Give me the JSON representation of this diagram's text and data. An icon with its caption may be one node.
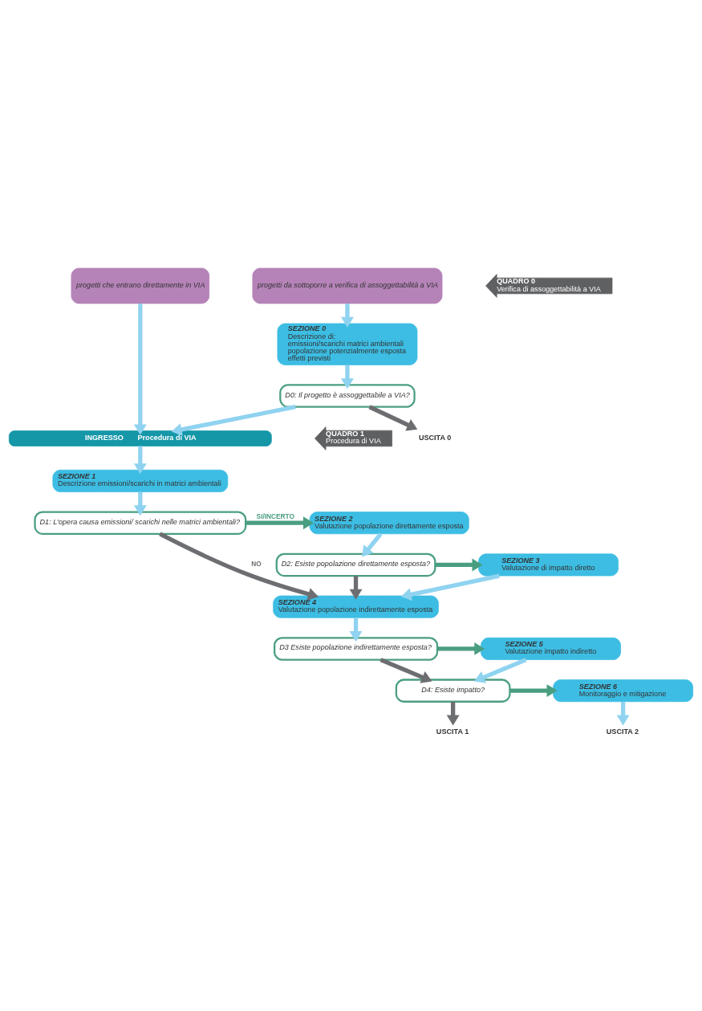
{
  "diagram": {
    "nodes": [
      {
        "text": [
          "progetti che entrano direttamente in VIA"
        ]
      },
      {
        "text": [
          "progetti da sottoporre a verifica di assoggettabilità a VIA"
        ]
      },
      {
        "text": [
          "QUADRO 0",
          "Verifica di assoggettabilità a VIA"
        ]
      },
      {
        "text": [
          "SEZIONE 0",
          "Descrizione di:",
          "emissioni/scarichi matrici ambientali",
          "popolazione potenzialmente esposta",
          "effetti previsti"
        ]
      },
      {
        "text": [
          "D0: Il progetto è assoggettabile a VIA?"
        ]
      },
      {
        "text": [
          "USCITA 0"
        ]
      },
      {
        "text": [
          "INGRESSO",
          "Procedura di VIA"
        ]
      },
      {
        "text": [
          "QUADRO 1",
          "Procedura di VIA"
        ]
      },
      {
        "text": [
          "SEZIONE 1",
          "Descrizione emissioni/scarichi in matrici ambientali"
        ]
      },
      {
        "text": [
          "D1: L'opera causa emissioni/ scarichi nelle matrici ambientali?"
        ]
      },
      {
        "text": [
          "SEZIONE 2",
          "Valutazione popolazione direttamente esposta"
        ]
      },
      {
        "text": [
          "D2: Esiste popolazione direttamente esposta?"
        ]
      },
      {
        "text": [
          "SEZIONE 3",
          "Valutazione di impatto diretto"
        ]
      },
      {
        "text": [
          "SEZIONE 4",
          "Valutazione popolazione indirettamente esposta"
        ]
      },
      {
        "text": [
          "D3 Esiste popolazione indirettamente esposta?"
        ]
      },
      {
        "text": [
          "SEZIONE 5",
          "Valutazione impatto indiretto"
        ]
      },
      {
        "text": [
          "D4: Esiste impatto?"
        ]
      },
      {
        "text": [
          "SEZIONE 6",
          "Monitoraggio e mitigazione"
        ]
      },
      {
        "text": [
          "USCITA 1"
        ]
      },
      {
        "text": [
          "USCITA 2"
        ]
      }
    ],
    "edges": [
      {
        "from": 0,
        "to": 6,
        "arrow": "to"
      },
      {
        "from": 1,
        "to": 3,
        "arrow": "to"
      },
      {
        "from": 3,
        "to": 4,
        "arrow": "to"
      },
      {
        "from": 4,
        "to": 6,
        "arrow": "to"
      },
      {
        "from": 4,
        "to": 5,
        "arrow": "to",
        "color": "#6d6e71"
      },
      {
        "from": 6,
        "to": 8,
        "arrow": "to"
      },
      {
        "from": 8,
        "to": 9,
        "arrow": "to"
      },
      {
        "from": 9,
        "to": 10,
        "arrow": "to",
        "label": "SI/INCERTO",
        "color": "#4a9e80"
      },
      {
        "from": 9,
        "to": 13,
        "arrow": "to",
        "label": "NO",
        "color": "#6d6e71"
      },
      {
        "from": 10,
        "to": 11,
        "arrow": "to"
      },
      {
        "from": 11,
        "to": 12,
        "arrow": "to",
        "color": "#4a9e80"
      },
      {
        "from": 11,
        "to": 13,
        "arrow": "to",
        "color": "#6d6e71"
      },
      {
        "from": 12,
        "to": 13,
        "arrow": "to"
      },
      {
        "from": 13,
        "to": 14,
        "arrow": "to"
      },
      {
        "from": 14,
        "to": 15,
        "arrow": "to",
        "color": "#4a9e80"
      },
      {
        "from": 14,
        "to": 16,
        "arrow": "to",
        "color": "#6d6e71"
      },
      {
        "from": 15,
        "to": 16,
        "arrow": "to"
      },
      {
        "from": 16,
        "to": 17,
        "arrow": "to",
        "color": "#4a9e80"
      },
      {
        "from": 16,
        "to": 18,
        "arrow": "to",
        "color": "#6d6e71"
      },
      {
        "from": 17,
        "to": 19,
        "arrow": "to"
      }
    ]
  }
}
